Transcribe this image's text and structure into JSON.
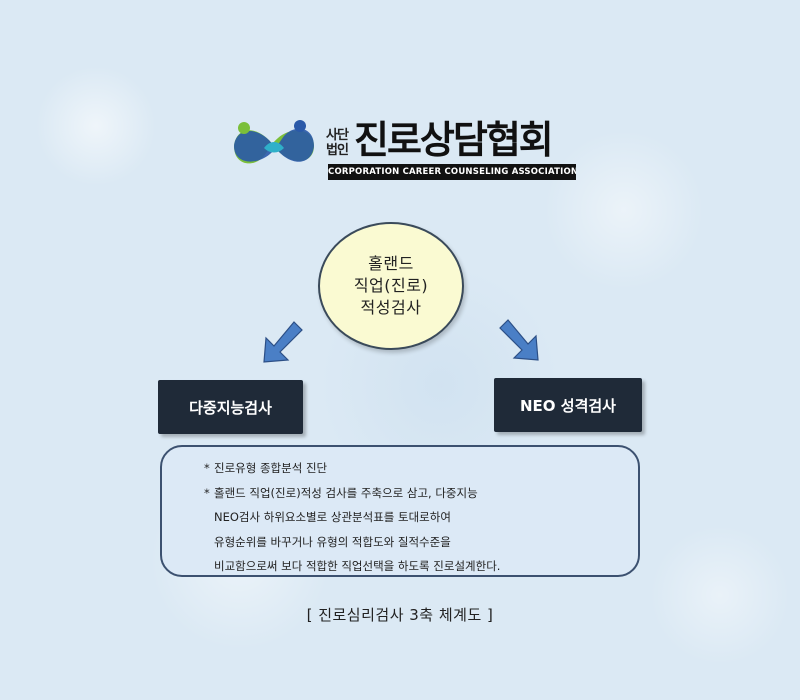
{
  "logo": {
    "sub_line1": "사단",
    "sub_line2": "법인",
    "name": "진로상담협회",
    "english": "CORPORATION CAREER COUNSELING ASSOCIATION",
    "colors": {
      "green": "#7bbf3a",
      "blue": "#2a59a8",
      "teal": "#2fb0c9"
    }
  },
  "center": {
    "lines": [
      "홀랜드",
      "직업(진로)",
      "적성검사"
    ]
  },
  "boxes": {
    "left": "다중지능검사",
    "right": "NEO 성격검사"
  },
  "description": {
    "lines": [
      {
        "bullet": "*",
        "text": "진로유형 종합분석 진단"
      },
      {
        "bullet": "*",
        "text": "홀랜드 직업(진로)적성 검사를 주축으로 삼고, 다중지능"
      },
      {
        "bullet": "",
        "text": "NEO검사 하위요소별로 상관분석표를 토대로하여"
      },
      {
        "bullet": "",
        "text": "유형순위를 바꾸거나 유형의 적합도와 질적수준을"
      },
      {
        "bullet": "",
        "text": "비교함으로써 보다 적합한 직업선택을 하도록 진로설계한다."
      }
    ]
  },
  "caption": "[ 진로심리검사 3축 체계도 ]",
  "colors": {
    "arrow": "#4a7fc6",
    "box": "#1f2a38",
    "circle_fill": "#fafad2",
    "panel_border": "#3c5170"
  }
}
